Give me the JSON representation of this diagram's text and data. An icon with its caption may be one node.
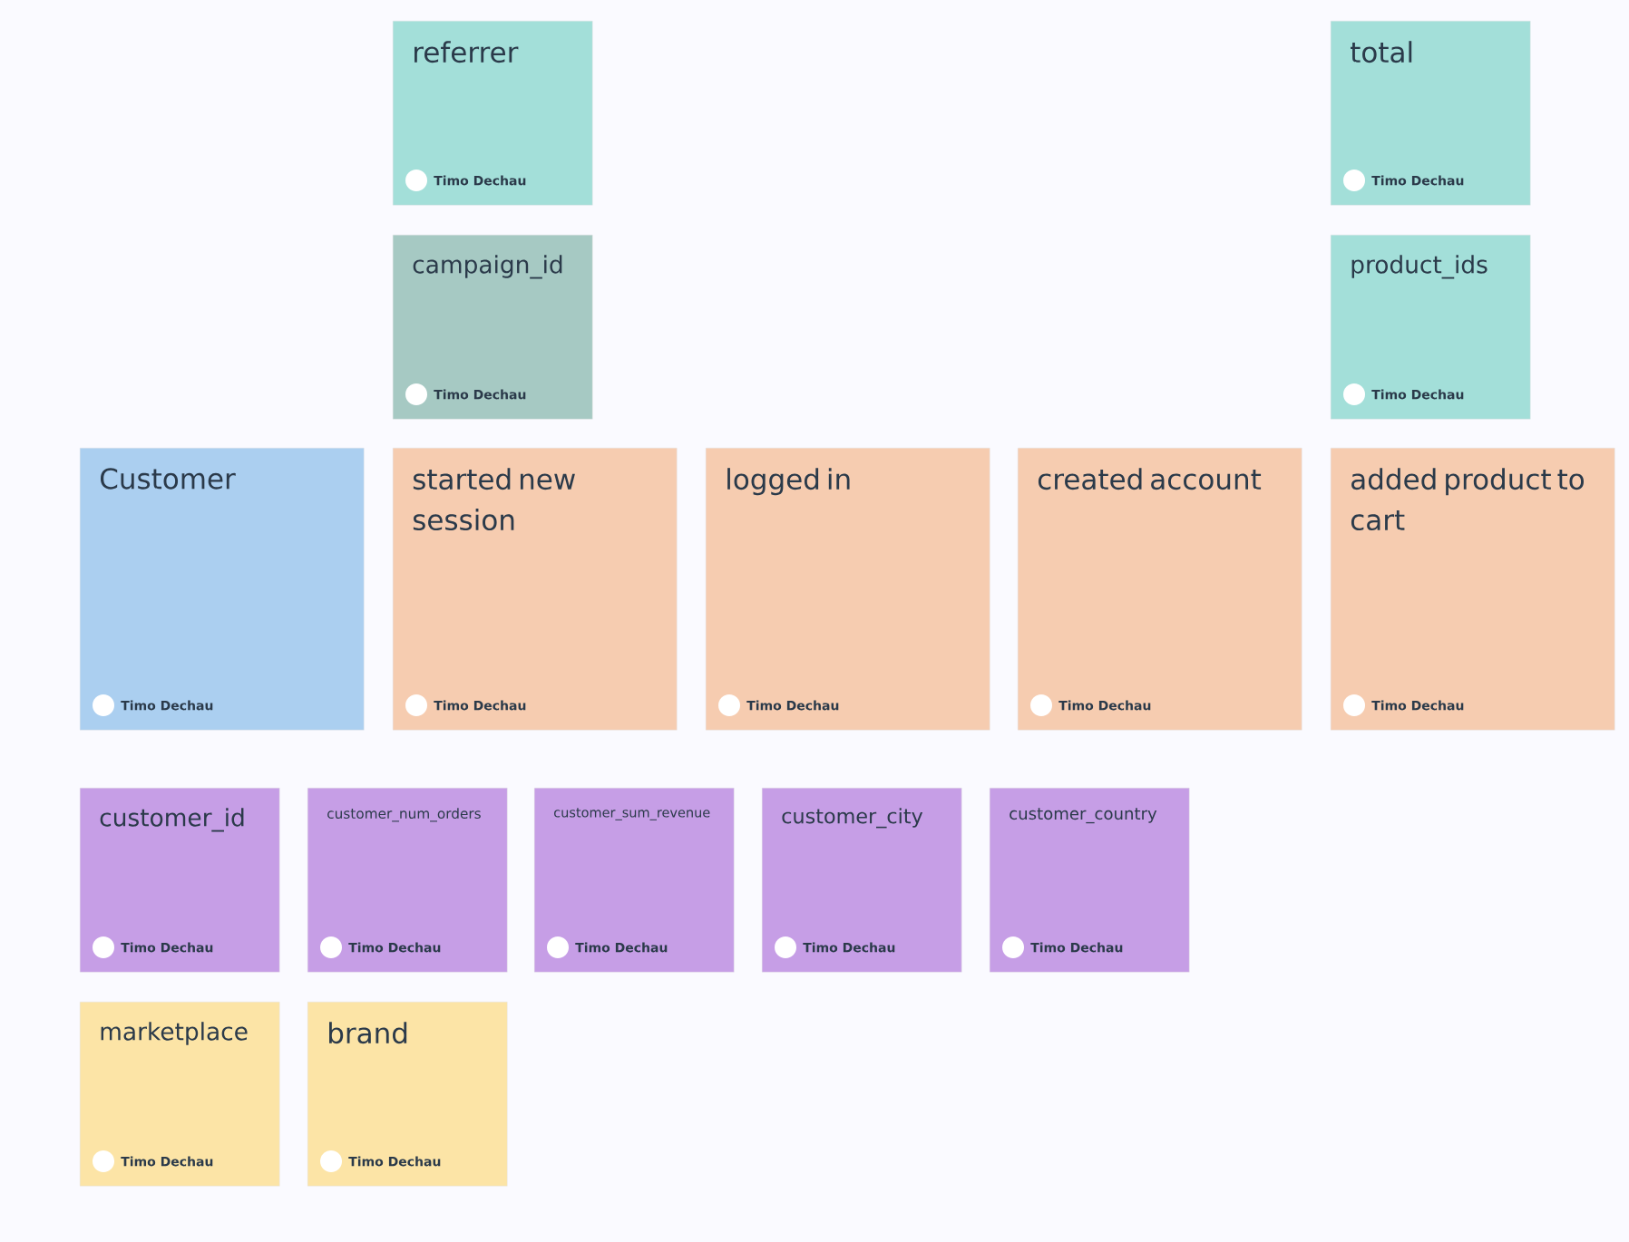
{
  "diagram": {
    "nodes": [
      {
        "text": [
          "referrer",
          "Timo Dechau"
        ]
      },
      {
        "text": [
          "campaign_id",
          "Timo Dechau"
        ]
      },
      {
        "text": [
          "total",
          "Timo Dechau"
        ]
      },
      {
        "text": [
          "product_ids",
          "Timo Dechau"
        ]
      },
      {
        "text": [
          "Customer",
          "Timo Dechau"
        ]
      },
      {
        "text": [
          "started new session",
          "Timo Dechau"
        ]
      },
      {
        "text": [
          "logged in",
          "Timo Dechau"
        ]
      },
      {
        "text": [
          "created account",
          "Timo Dechau"
        ]
      },
      {
        "text": [
          "added product to cart",
          "Timo Dechau"
        ]
      },
      {
        "text": [
          "customer_id",
          "Timo Dechau"
        ]
      },
      {
        "text": [
          "customer_num_orders",
          "Timo Dechau"
        ]
      },
      {
        "text": [
          "customer_sum_revenue",
          "Timo Dechau"
        ]
      },
      {
        "text": [
          "customer_city",
          "Timo Dechau"
        ]
      },
      {
        "text": [
          "customer_country",
          "Timo Dechau"
        ]
      },
      {
        "text": [
          "marketplace",
          "Timo Dechau"
        ]
      },
      {
        "text": [
          "brand",
          "Timo Dechau"
        ]
      }
    ]
  }
}
